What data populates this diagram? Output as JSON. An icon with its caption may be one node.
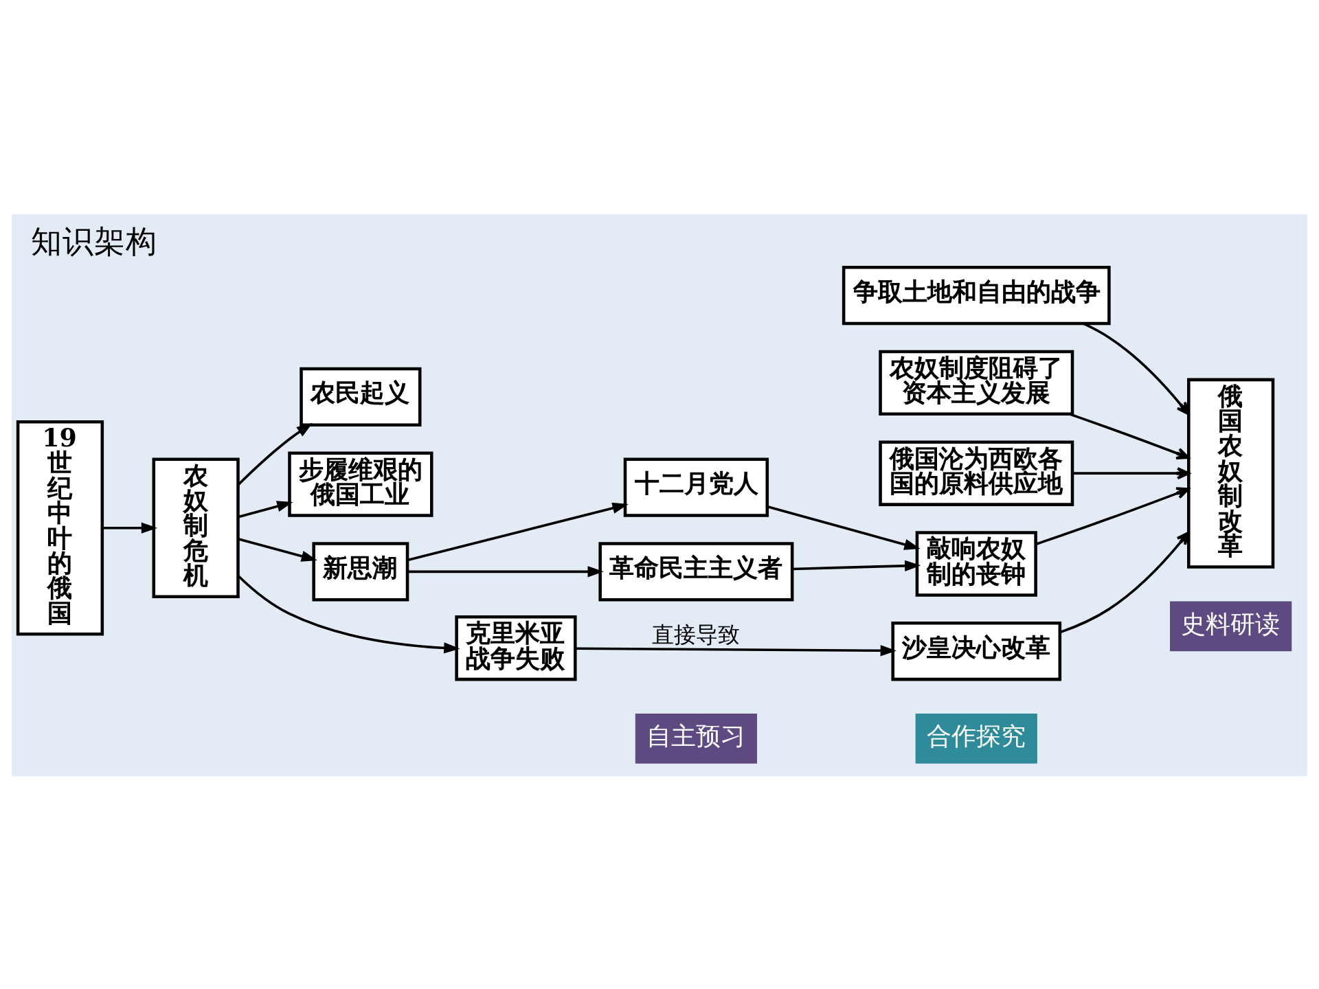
{
  "diagram": {
    "title": "知识架构",
    "nodes": [
      {
        "text": [
          "19世纪中叶的俄国"
        ]
      },
      {
        "text": [
          "农奴制危机"
        ]
      },
      {
        "text": [
          "农民起义"
        ]
      },
      {
        "text": [
          "步履维艰的俄国工业"
        ]
      },
      {
        "text": [
          "新思潮"
        ]
      },
      {
        "text": [
          "克里米亚战争失败"
        ]
      },
      {
        "text": [
          "十二月党人"
        ]
      },
      {
        "text": [
          "革命民主主义者"
        ]
      },
      {
        "text": [
          "沙皇决心改革"
        ]
      },
      {
        "text": [
          "敲响农奴制的丧钟"
        ]
      },
      {
        "text": [
          "争取土地和自由的战争"
        ]
      },
      {
        "text": [
          "农奴制度阻碍了资本主义发展"
        ]
      },
      {
        "text": [
          "俄国沦为西欧各国的原料供应地"
        ]
      },
      {
        "text": [
          "俄国农奴制改革"
        ]
      }
    ],
    "edges": [
      {
        "from": 0,
        "to": 1,
        "arrow": "to"
      },
      {
        "from": 1,
        "to": 2,
        "arrow": "to"
      },
      {
        "from": 1,
        "to": 3,
        "arrow": "to"
      },
      {
        "from": 1,
        "to": 4,
        "arrow": "to"
      },
      {
        "from": 1,
        "to": 5,
        "arrow": "to"
      },
      {
        "from": 4,
        "to": 6,
        "arrow": "to"
      },
      {
        "from": 4,
        "to": 7,
        "arrow": "to"
      },
      {
        "from": 6,
        "to": 9,
        "arrow": "to"
      },
      {
        "from": 7,
        "to": 9,
        "arrow": "to"
      },
      {
        "from": 5,
        "to": 8,
        "label": "直接导致",
        "arrow": "to"
      },
      {
        "from": 10,
        "to": 13,
        "arrow": "to"
      },
      {
        "from": 11,
        "to": 13,
        "arrow": "to"
      },
      {
        "from": 12,
        "to": 13,
        "arrow": "to"
      },
      {
        "from": 9,
        "to": 13,
        "arrow": "to"
      },
      {
        "from": 8,
        "to": 13,
        "arrow": "to"
      }
    ],
    "labels": [
      "自主预习",
      "合作探究",
      "史料研读"
    ]
  }
}
